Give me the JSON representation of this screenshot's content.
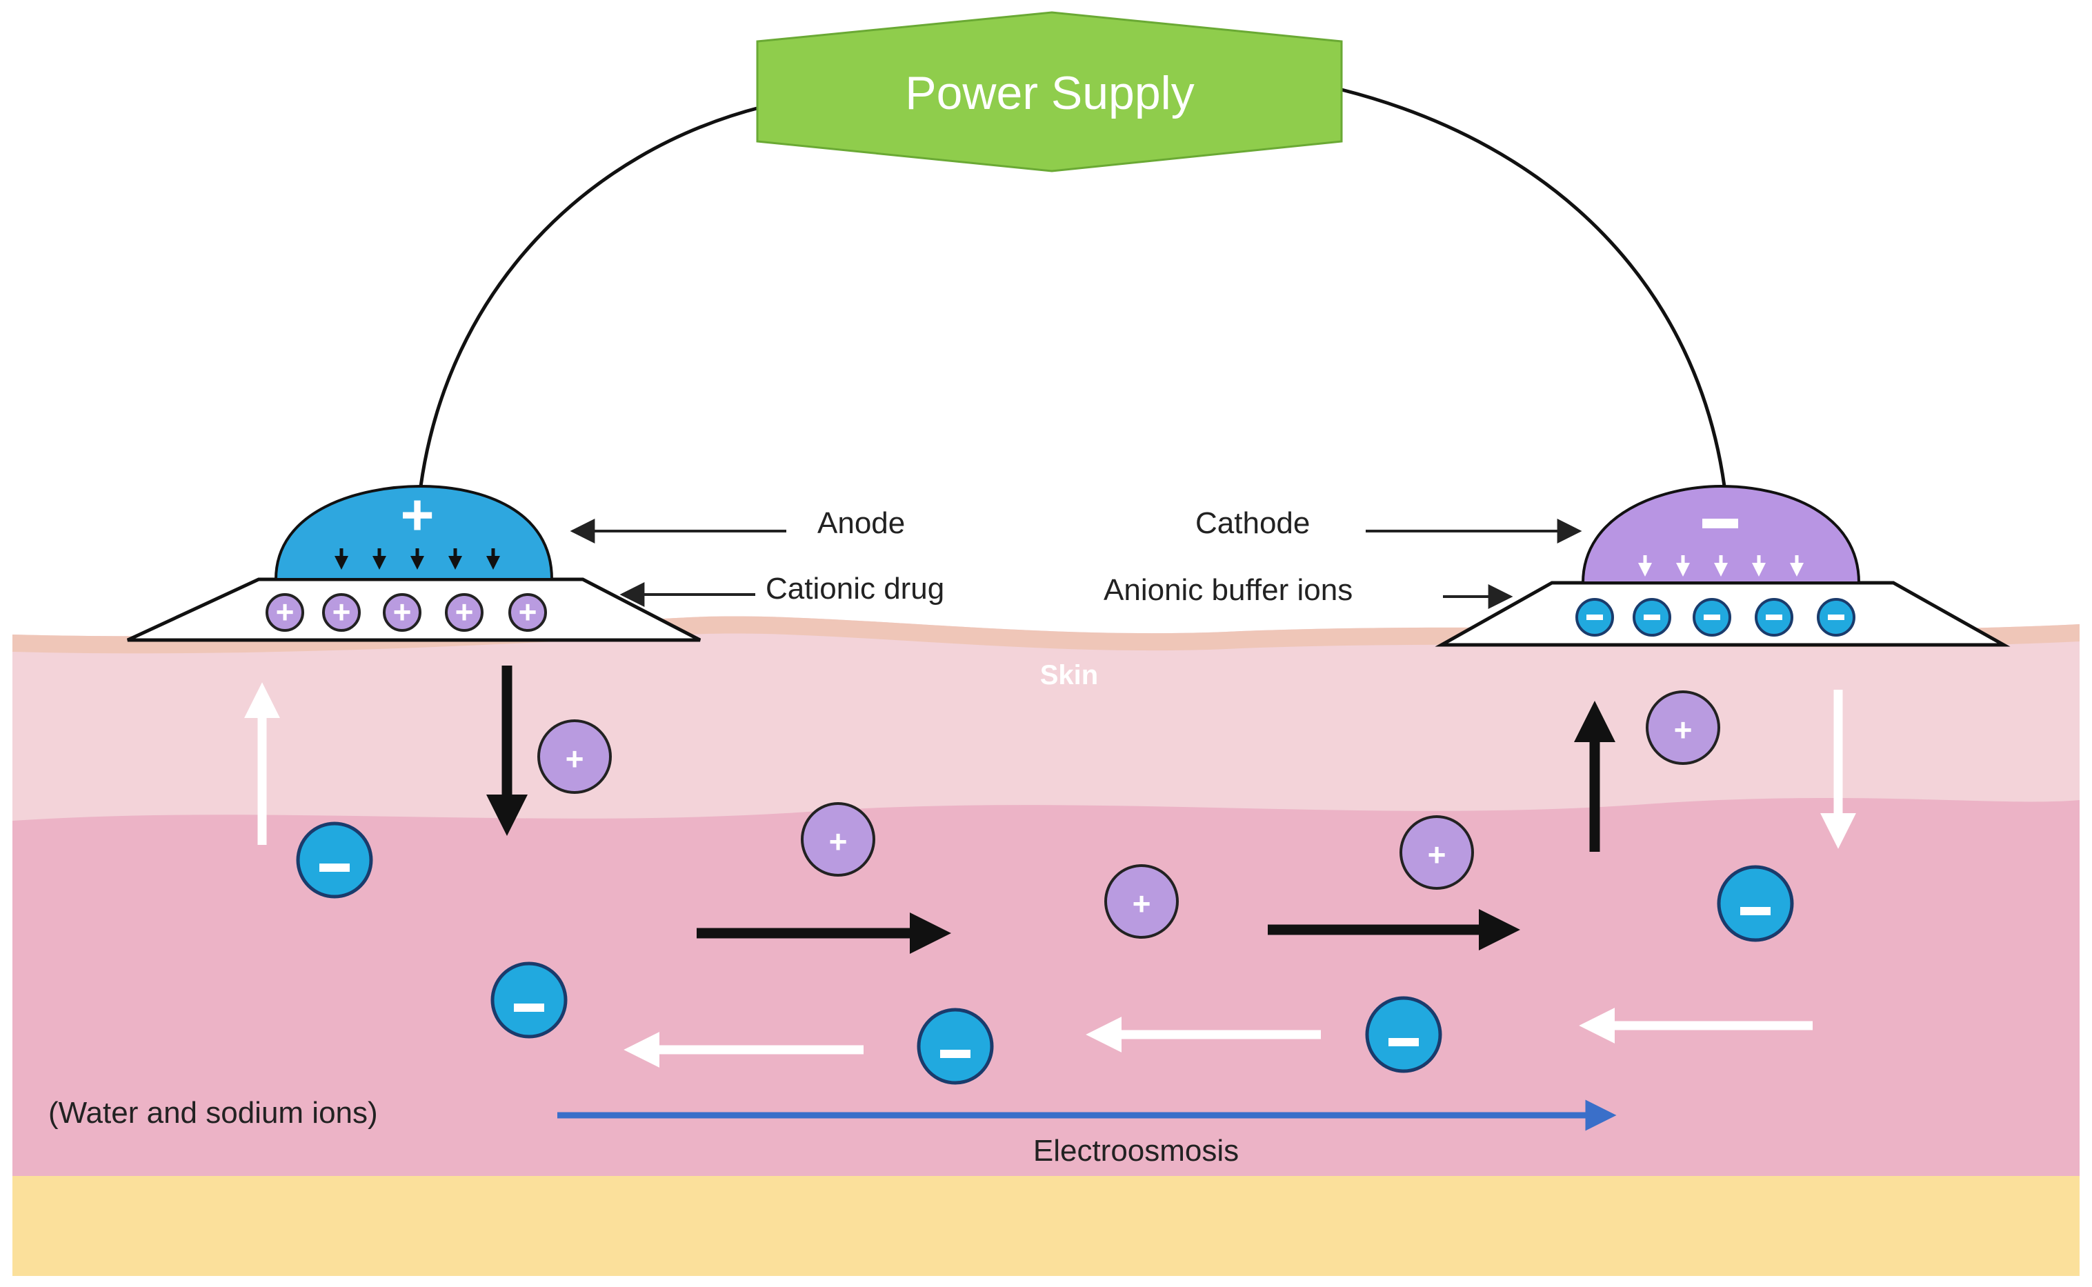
{
  "power_supply": {
    "label": "Power Supply"
  },
  "labels": {
    "anode": "Anode",
    "cathode": "Cathode",
    "cationic_drug": "Cationic drug",
    "anionic_buffer_ions": "Anionic buffer ions",
    "skin": "Skin",
    "water_sodium": "(Water and sodium ions)",
    "electroosmosis": "Electroosmosis"
  },
  "symbols": {
    "positive": "+",
    "negative": "–"
  },
  "colors": {
    "power_supply_fill": "#8fcd4c",
    "anode_fill": "#2ea7df",
    "cathode_fill": "#b895e3",
    "cation_fill": "#b99be0",
    "anion_fill": "#21a9df",
    "skin_top": "#f3d3d9",
    "skin_lower": "#ecb3c6",
    "fat_layer": "#fbe09b",
    "electroosmosis_arrow": "#3a6fc9"
  }
}
